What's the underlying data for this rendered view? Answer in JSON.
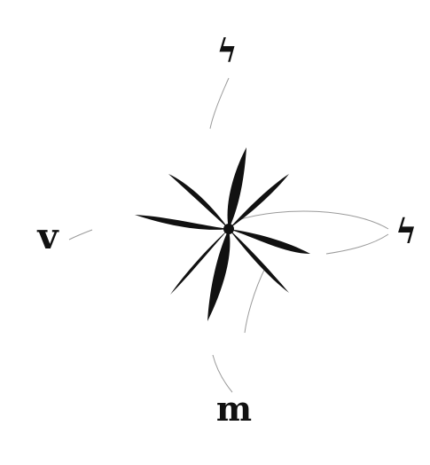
{
  "ink_color": "#111111",
  "faint_color": "#9a9a9a",
  "background_color": "#ffffff",
  "north_glyph": "ϟ",
  "south_glyph": "m",
  "west_glyph": "v",
  "east_glyph": "ϟ"
}
